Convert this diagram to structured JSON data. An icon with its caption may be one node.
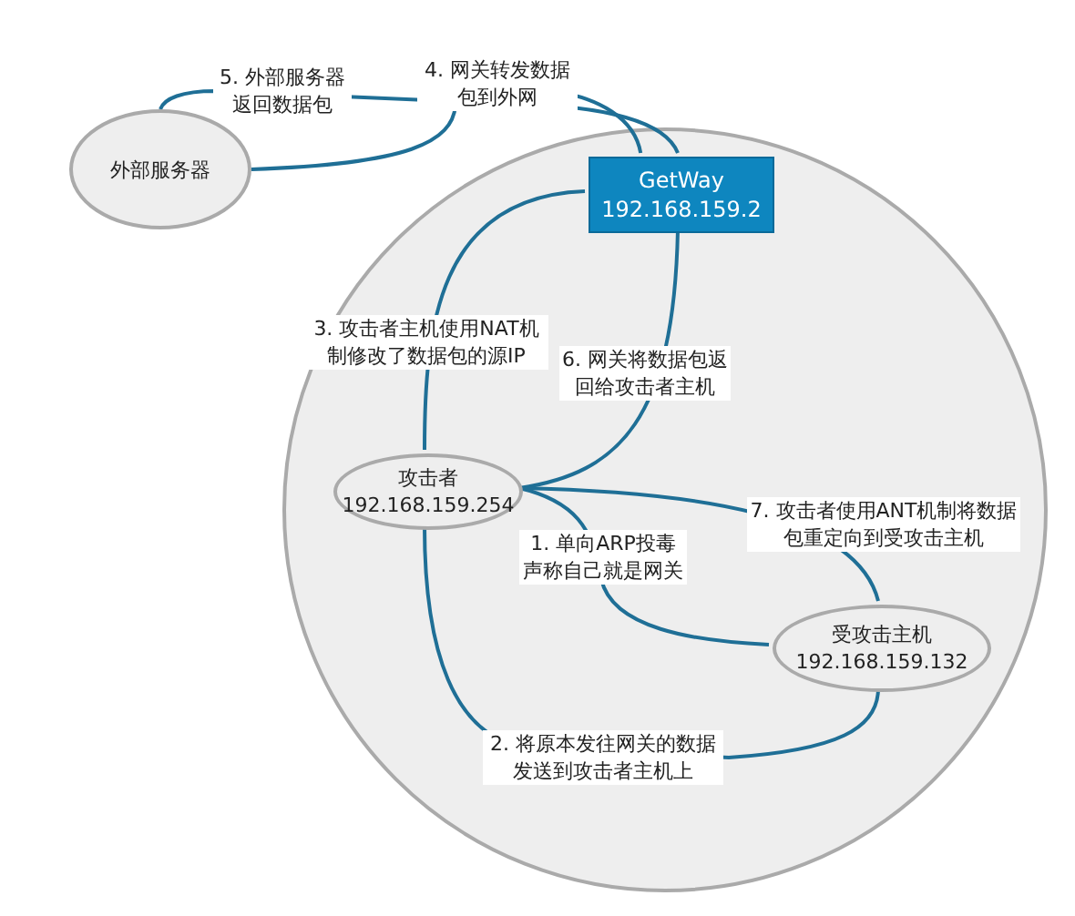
{
  "diagram": {
    "nodes": [
      {
        "text": [
          "外部服务器"
        ]
      },
      {
        "text": [],
        "shape": "circle"
      },
      {
        "text": [
          "GetWay",
          "192.168.159.2"
        ],
        "in": 1
      },
      {
        "text": [
          "攻击者",
          "192.168.159.254"
        ],
        "in": 1
      },
      {
        "text": [
          "受攻击主机",
          "192.168.159.132"
        ],
        "in": 1
      }
    ],
    "edges": [
      {
        "from": 3,
        "to": 4,
        "arrow": "none",
        "label": "1. 单向ARP投毒声称自己就是网关"
      },
      {
        "from": 3,
        "to": 4,
        "arrow": "none",
        "label": "2. 将原本发往网关的数据发送到攻击者主机上"
      },
      {
        "from": 3,
        "to": 2,
        "arrow": "none",
        "label": "3. 攻击者主机使用NAT机制修改了数据包的源IP"
      },
      {
        "from": 0,
        "to": 2,
        "arrow": "none",
        "label": "4. 网关转发数据包到外网"
      },
      {
        "from": 2,
        "to": 0,
        "arrow": "none",
        "label": "5. 外部服务器返回数据包"
      },
      {
        "from": 2,
        "to": 3,
        "arrow": "none",
        "label": "6. 网关将数据包返回给攻击者主机"
      },
      {
        "from": 3,
        "to": 4,
        "arrow": "none",
        "label": "7. 攻击者使用ANT机制将数据包重定向到受攻击主机"
      }
    ]
  }
}
